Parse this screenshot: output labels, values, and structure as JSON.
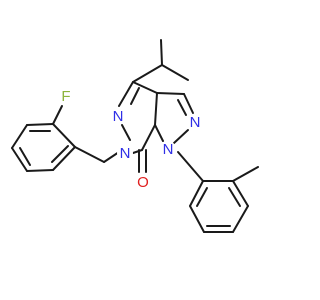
{
  "molecule": {
    "atoms": [
      {
        "id": "F",
        "label": "F",
        "color": "#8db43c"
      },
      {
        "id": "N_py",
        "label": "N",
        "color": "#2f2fe6"
      },
      {
        "id": "N_am",
        "label": "N",
        "color": "#2f2fe6"
      },
      {
        "id": "N_z1",
        "label": "N",
        "color": "#2f2fe6"
      },
      {
        "id": "N_z2",
        "label": "N",
        "color": "#2f2fe6"
      },
      {
        "id": "O",
        "label": "O",
        "color": "#e02020"
      }
    ],
    "bond_color": "#1a1a1a"
  }
}
